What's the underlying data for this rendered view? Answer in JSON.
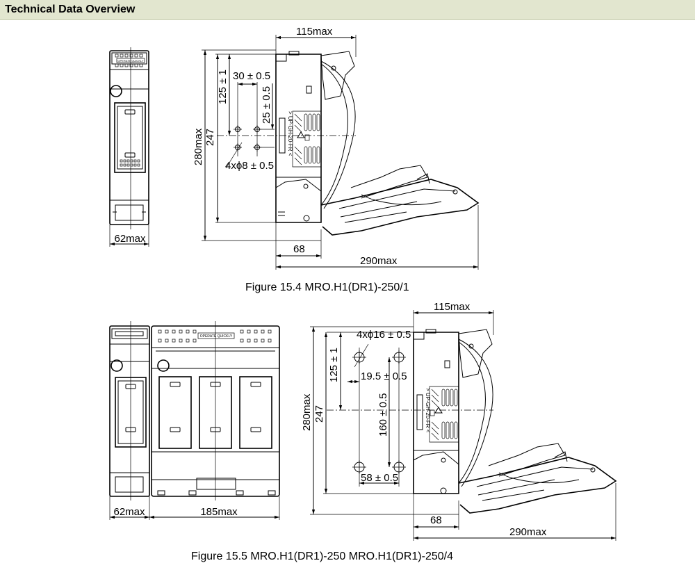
{
  "header": {
    "title": "Technical Data Overview"
  },
  "figures": [
    {
      "caption": "Figure 15.4   MRO.H1(DR1)-250/1",
      "front_label_top": "OPERATE QUICKLY",
      "side_label": "> UP-GH-20-FR <",
      "dims": {
        "width_front": "62max",
        "top_width": "115max",
        "height_total": "280max",
        "height_inner": "247",
        "hole_vertical": "125 ± 1",
        "hole_horizontal": "30 ± 0.5",
        "hole_pitch_v": "25 ± 0.5",
        "holes": "4xϕ8 ± 0.5",
        "base_depth": "68",
        "open_depth": "290max"
      }
    },
    {
      "caption": "Figure 15.5   MRO.H1(DR1)-250   MRO.H1(DR1)-250/4",
      "front_label_top": "OPERATE QUICKLY",
      "side_label": "> UP-GH-20-FR <",
      "dims": {
        "width_single": "62max",
        "width_triple": "185max",
        "top_width": "115max",
        "height_total": "280max",
        "height_inner": "247",
        "hole_vertical": "125 ± 1",
        "holes": "4xϕ16 ± 0.5",
        "hole_offset": "19.5 ± 0.5",
        "hole_pitch_v": "160 ± 0.5",
        "hole_horizontal": "58 ± 0.5",
        "base_depth": "68",
        "open_depth": "290max"
      }
    }
  ]
}
